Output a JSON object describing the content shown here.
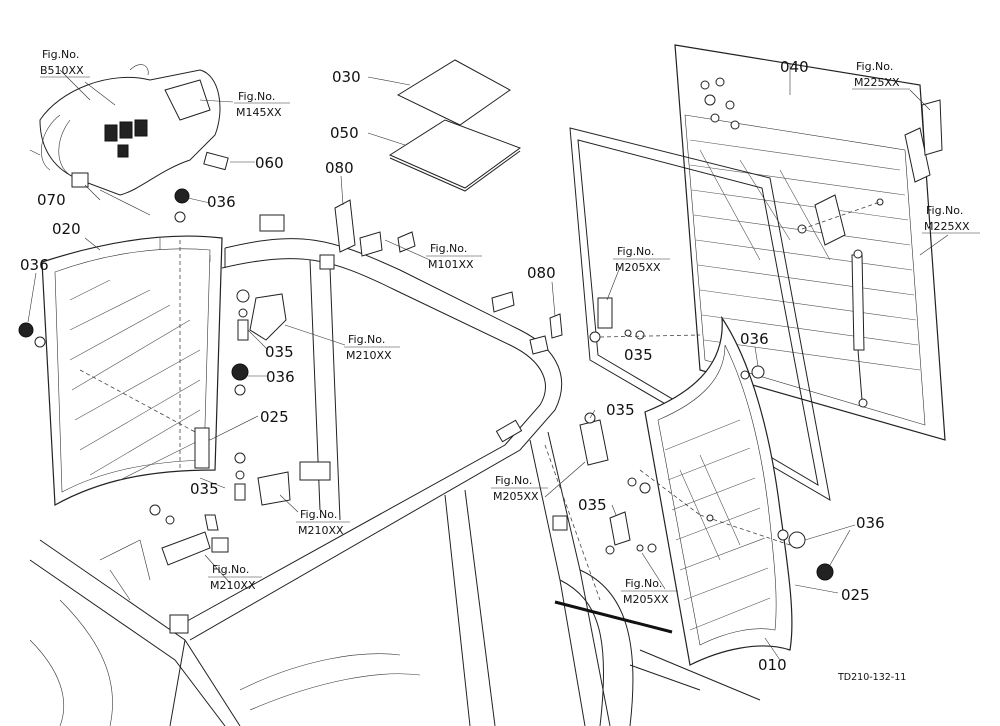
{
  "drawing_code": "TD210-132-11",
  "labels": {
    "l010": "010",
    "l020": "020",
    "l025a": "025",
    "l025b": "025",
    "l030": "030",
    "l035a": "035",
    "l035b": "035",
    "l035c": "035",
    "l035d": "035",
    "l035e": "035",
    "l036a": "036",
    "l036b": "036",
    "l036c": "036",
    "l036d": "036",
    "l036e": "036",
    "l040": "040",
    "l050": "050",
    "l060": "060",
    "l070": "070",
    "l080a": "080",
    "l080b": "080"
  },
  "figrefs": {
    "f_b510": {
      "title": "Fig.No.",
      "code": "B510XX"
    },
    "f_m145": {
      "title": "Fig.No.",
      "code": "M145XX"
    },
    "f_m101": {
      "title": "Fig.No.",
      "code": "M101XX"
    },
    "f_m225a": {
      "title": "Fig.No.",
      "code": "M225XX"
    },
    "f_m225b": {
      "title": "Fig.No.",
      "code": "M225XX"
    },
    "f_m205a": {
      "title": "Fig.No.",
      "code": "M205XX"
    },
    "f_m205b": {
      "title": "Fig.No.",
      "code": "M205XX"
    },
    "f_m205c": {
      "title": "Fig.No.",
      "code": "M205XX"
    },
    "f_m210a": {
      "title": "Fig.No.",
      "code": "M210XX"
    },
    "f_m210b": {
      "title": "Fig.No.",
      "code": "M210XX"
    },
    "f_m210c": {
      "title": "Fig.No.",
      "code": "M210XX"
    }
  }
}
